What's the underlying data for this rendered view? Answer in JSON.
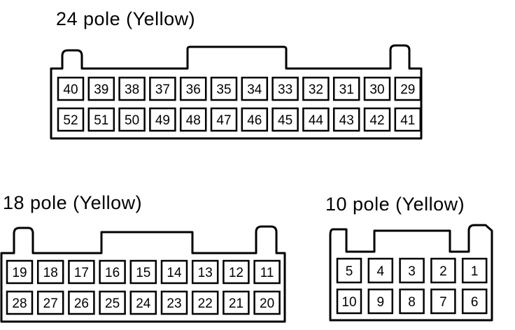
{
  "connectors": [
    {
      "title": "24 pole (Yellow)",
      "rows": [
        [
          "40",
          "39",
          "38",
          "37",
          "36",
          "35",
          "34",
          "33",
          "32",
          "31",
          "30",
          "29"
        ],
        [
          "52",
          "51",
          "50",
          "49",
          "48",
          "47",
          "46",
          "45",
          "44",
          "43",
          "42",
          "41"
        ]
      ]
    },
    {
      "title": "18 pole (Yellow)",
      "rows": [
        [
          "19",
          "18",
          "17",
          "16",
          "15",
          "14",
          "13",
          "12",
          "11"
        ],
        [
          "28",
          "27",
          "26",
          "25",
          "24",
          "23",
          "22",
          "21",
          "20"
        ]
      ]
    },
    {
      "title": "10 pole (Yellow)",
      "rows": [
        [
          "5",
          "4",
          "3",
          "2",
          "1"
        ],
        [
          "10",
          "9",
          "8",
          "7",
          "6"
        ]
      ]
    }
  ]
}
